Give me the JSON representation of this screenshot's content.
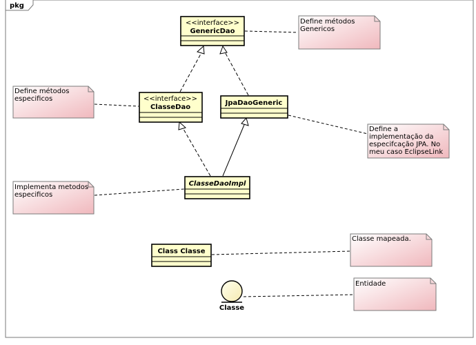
{
  "package": {
    "label": "pkg"
  },
  "classes": {
    "generic_dao": {
      "stereotype": "<<interface>>",
      "name": "GenericDao"
    },
    "classe_dao": {
      "stereotype": "<<interface>>",
      "name": "ClasseDao"
    },
    "jpa_dao_generic": {
      "name": "JpaDaoGeneric"
    },
    "classe_dao_impl": {
      "name": "ClasseDaoImpl"
    },
    "class_classe": {
      "name": "Class Classe"
    }
  },
  "entity": {
    "name": "Classe"
  },
  "notes": {
    "generic_dao_note": {
      "lines": [
        "Define métodos",
        "Genericos"
      ]
    },
    "classe_dao_note": {
      "lines": [
        "Define métodos",
        "especificos"
      ]
    },
    "jpa_note": {
      "lines": [
        "Define a",
        "implementação da",
        "especifcação JPA. No",
        "meu caso EclipseLink"
      ]
    },
    "impl_note": {
      "lines": [
        "Implementa metodos",
        "especificos"
      ]
    },
    "class_note": {
      "lines": [
        "Classe mapeada."
      ]
    },
    "entity_note": {
      "lines": [
        "Entidade"
      ]
    }
  },
  "colors": {
    "class_fill": "#ffffcc",
    "note_fill_light": "#ffffff",
    "note_fill_dark": "#f4c5c8",
    "stroke": "#000000",
    "frame_stroke": "#7a7a7a"
  }
}
